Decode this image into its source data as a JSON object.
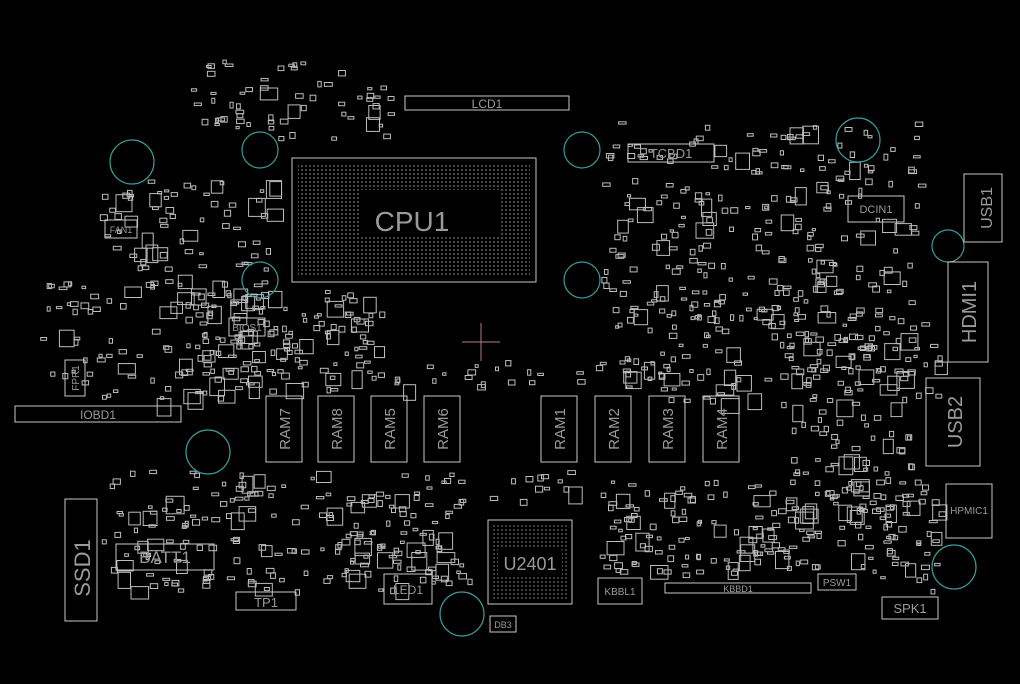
{
  "board": {
    "background": "#000000",
    "outline_color": "#c8c8c8",
    "hole_color": "#3a9a9a",
    "marker_color": "#b8798c"
  },
  "components": {
    "cpu": "CPU1",
    "lcd": "LCD1",
    "tcbd": "TCBD1",
    "dcin": "DCIN1",
    "usb1": "USB1",
    "hdmi": "HDMI1",
    "usb2": "USB2",
    "hpmic": "HPMIC1",
    "spk": "SPK1",
    "psw": "PSW1",
    "kbbd": "KBBD1",
    "kbbl": "KBBL1",
    "u2401": "U2401",
    "led": "LED1",
    "db3": "DB3",
    "tp": "TP1",
    "batt": "BATT1",
    "ssd": "SSD1",
    "iobd": "IOBD1",
    "fpr": "FPR1",
    "bios": "BIOS1",
    "fan": "FAN1",
    "ram_left": [
      "RAM7",
      "RAM8",
      "RAM5",
      "RAM6"
    ],
    "ram_right": [
      "RAM1",
      "RAM2",
      "RAM3",
      "RAM4"
    ]
  }
}
